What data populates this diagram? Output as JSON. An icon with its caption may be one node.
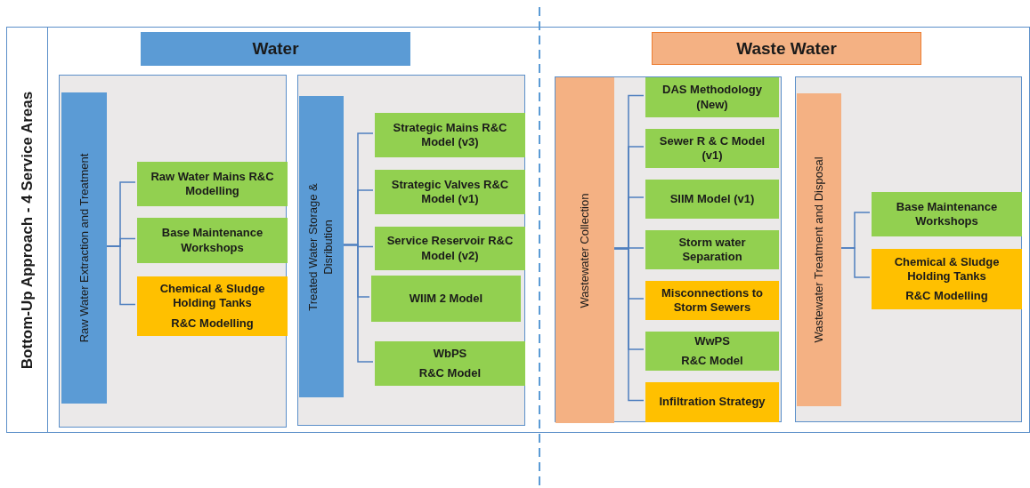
{
  "diagram": {
    "nodes": [
      {
        "text": [
          "Bottom-Up Approach - 4 Service Areas"
        ]
      },
      {
        "text": [
          "Water"
        ],
        "in": 0
      },
      {
        "text": [
          "Waste Water"
        ],
        "in": 0
      },
      {
        "text": [],
        "shape": "box",
        "in": 0
      },
      {
        "text": [
          "Raw Water Extraction and Treatment"
        ],
        "in": 3
      },
      {
        "text": [
          "Raw Water Mains R&C Modelling"
        ],
        "in": 3
      },
      {
        "text": [
          "Base Maintenance Workshops"
        ],
        "in": 3
      },
      {
        "text": [
          "Chemical & Sludge Holding Tanks",
          "R&C Modelling"
        ],
        "in": 3
      },
      {
        "text": [],
        "shape": "box",
        "in": 0
      },
      {
        "text": [
          "Treated Water Storage & Disribution"
        ],
        "in": 8
      },
      {
        "text": [
          "Strategic Mains R&C Model (v3)"
        ],
        "in": 8
      },
      {
        "text": [
          "Strategic Valves R&C Model (v1)"
        ],
        "in": 8
      },
      {
        "text": [
          "Service Reservoir R&C Model (v2)"
        ],
        "in": 8
      },
      {
        "text": [
          "WIIM 2 Model"
        ],
        "in": 8
      },
      {
        "text": [
          "WbPS",
          "R&C Model"
        ],
        "in": 8
      },
      {
        "text": [],
        "shape": "box",
        "in": 0
      },
      {
        "text": [
          "Wastewater Collection"
        ],
        "in": 15
      },
      {
        "text": [
          "DAS Methodology (New)"
        ],
        "in": 15
      },
      {
        "text": [
          "Sewer R & C Model (v1)"
        ],
        "in": 15
      },
      {
        "text": [
          "SIIM Model (v1)"
        ],
        "in": 15
      },
      {
        "text": [
          "Storm water Separation"
        ],
        "in": 15
      },
      {
        "text": [
          "Misconnections to Storm Sewers"
        ],
        "in": 15
      },
      {
        "text": [
          "WwPS",
          "R&C Model"
        ],
        "in": 15
      },
      {
        "text": [
          "Infiltration Strategy"
        ],
        "in": 15
      },
      {
        "text": [],
        "shape": "box",
        "in": 0
      },
      {
        "text": [
          "Wastewater Treatment and Disposal"
        ],
        "in": 24
      },
      {
        "text": [
          "Base Maintenance Workshops"
        ],
        "in": 24
      },
      {
        "text": [
          "Chemical & Sludge Holding Tanks",
          "R&C Modelling"
        ],
        "in": 24
      }
    ],
    "edges": [
      {
        "from": 4,
        "to": 5,
        "arrow": "none"
      },
      {
        "from": 4,
        "to": 6,
        "arrow": "none"
      },
      {
        "from": 4,
        "to": 7,
        "arrow": "none"
      },
      {
        "from": 9,
        "to": 10,
        "arrow": "none"
      },
      {
        "from": 9,
        "to": 11,
        "arrow": "none"
      },
      {
        "from": 9,
        "to": 12,
        "arrow": "none"
      },
      {
        "from": 9,
        "to": 13,
        "arrow": "none"
      },
      {
        "from": 9,
        "to": 14,
        "arrow": "none"
      },
      {
        "from": 16,
        "to": 17,
        "arrow": "none"
      },
      {
        "from": 16,
        "to": 18,
        "arrow": "none"
      },
      {
        "from": 16,
        "to": 19,
        "arrow": "none"
      },
      {
        "from": 16,
        "to": 20,
        "arrow": "none"
      },
      {
        "from": 16,
        "to": 21,
        "arrow": "none"
      },
      {
        "from": 16,
        "to": 22,
        "arrow": "none"
      },
      {
        "from": 16,
        "to": 23,
        "arrow": "none"
      },
      {
        "from": 25,
        "to": 26,
        "arrow": "none"
      },
      {
        "from": 25,
        "to": 27,
        "arrow": "none"
      }
    ]
  }
}
